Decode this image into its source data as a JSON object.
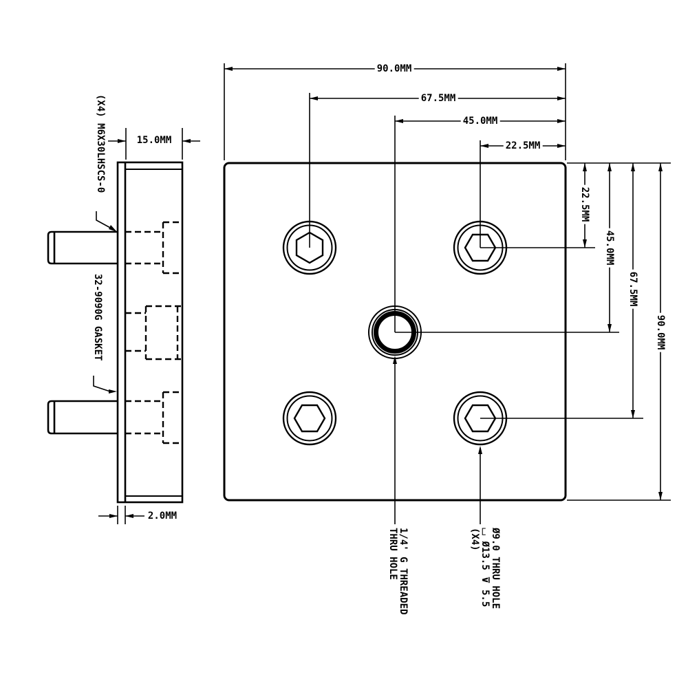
{
  "side_view": {
    "screw_callout": "(X4) M6X30LHSCS-0",
    "gasket_callout": "32-9090G GASKET",
    "plate_thickness_dim": "15.0MM",
    "gasket_thickness_dim": "2.0MM"
  },
  "front_view": {
    "dims_top": [
      "90.0MM",
      "67.5MM",
      "45.0MM",
      "22.5MM"
    ],
    "dims_right": [
      "22.5MM",
      "45.0MM",
      "67.5MM",
      "90.0MM"
    ],
    "center_hole_note": {
      "line1": "1/4' G THREADED",
      "line2": "THRU HOLE"
    },
    "corner_hole_note": {
      "line1": "Ø9.0 THRU HOLE",
      "line2": "⌴ Ø13.5 ⊽ 5.5",
      "line3": "(X4)"
    }
  },
  "colors": {
    "line": "#000000",
    "background": "#ffffff"
  }
}
